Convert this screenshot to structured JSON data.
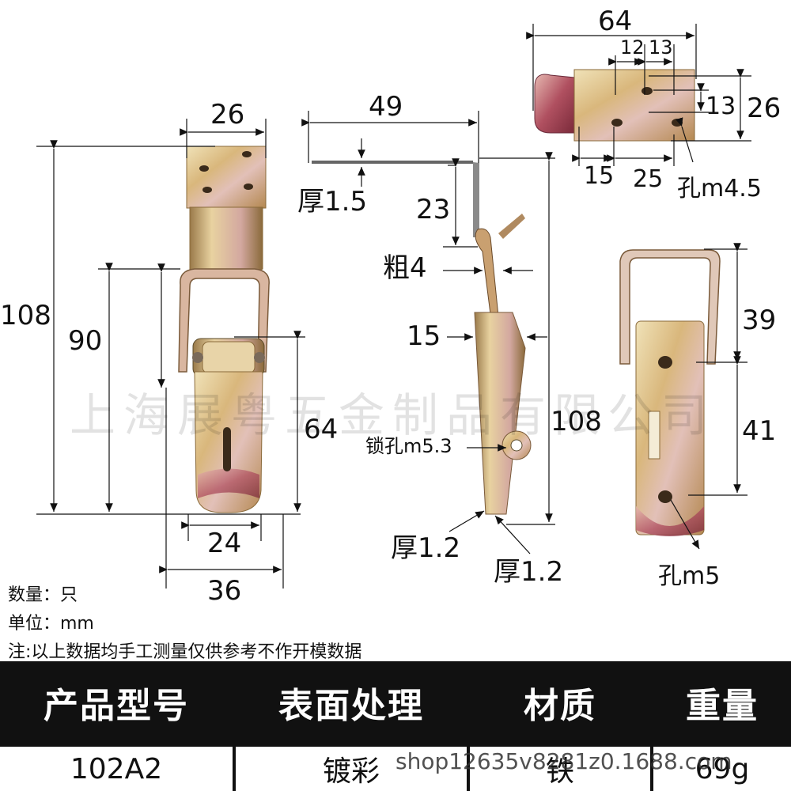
{
  "front_view": {
    "dim_width_top": "26",
    "dim_height_total": "108",
    "dim_height_90": "90",
    "dim_height_64": "64",
    "dim_width_24": "24",
    "dim_width_36": "36"
  },
  "side_view": {
    "dim_49": "49",
    "thickness_1_5": "厚1.5",
    "dim_23": "23",
    "wire_4": "粗4",
    "dim_15": "15",
    "lock_hole": "锁孔m5.3",
    "dim_108": "108",
    "thickness_1_2_a": "厚1.2",
    "thickness_1_2_b": "厚1.2"
  },
  "top_plate": {
    "dim_64": "64",
    "dim_12": "12",
    "dim_13_top": "13",
    "dim_13_right": "13",
    "dim_26": "26",
    "dim_15": "15",
    "dim_25": "25",
    "hole": "孔m4.5"
  },
  "back_view": {
    "dim_39": "39",
    "dim_41": "41",
    "hole": "孔m5"
  },
  "notes": {
    "quantity": "数量：只",
    "unit": "单位：mm",
    "remark": "注:以上数据均手工测量仅供参考不作开模数据"
  },
  "watermark": "上海展粤五金制品有限公司",
  "table": {
    "headers": [
      "产品型号",
      "表面处理",
      "材质",
      "重量"
    ],
    "values": [
      "102A2",
      "镀彩",
      "铁",
      "69g"
    ]
  },
  "shop_watermark": "shop12635v8281z0.1688.com",
  "colors": {
    "metal_light": "#e8dcb0",
    "metal_mid": "#c9a96a",
    "metal_pink": "#d8a0a8",
    "metal_dark": "#8a6a3a",
    "table_bg": "#111111"
  }
}
